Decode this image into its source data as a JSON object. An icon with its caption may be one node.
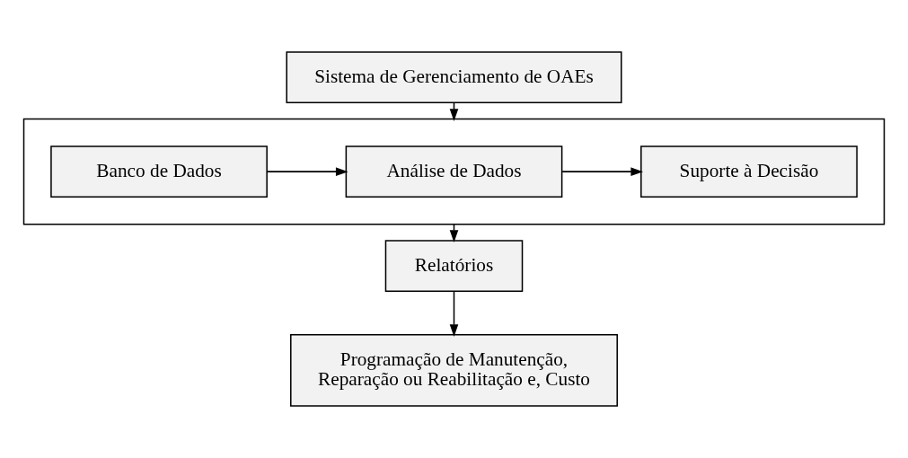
{
  "diagram": {
    "nodes": [
      {
        "text": [
          "Sistema de Gerenciamento de OAEs"
        ]
      },
      {
        "text": [],
        "shape": "box"
      },
      {
        "text": [
          "Banco de Dados"
        ],
        "in": 1
      },
      {
        "text": [
          "Análise de Dados"
        ],
        "in": 1
      },
      {
        "text": [
          "Suporte à Decisão"
        ],
        "in": 1
      },
      {
        "text": [
          "Relatórios"
        ]
      },
      {
        "text": [
          "Programação de Manutenção, Reparação ou Reabilitação e, Custo"
        ]
      }
    ],
    "edges": [
      {
        "from": 0,
        "to": 1,
        "arrow": "to"
      },
      {
        "from": 2,
        "to": 3,
        "arrow": "to"
      },
      {
        "from": 3,
        "to": 4,
        "arrow": "to"
      },
      {
        "from": 1,
        "to": 5,
        "arrow": "to"
      },
      {
        "from": 5,
        "to": 6,
        "arrow": "to"
      }
    ]
  }
}
